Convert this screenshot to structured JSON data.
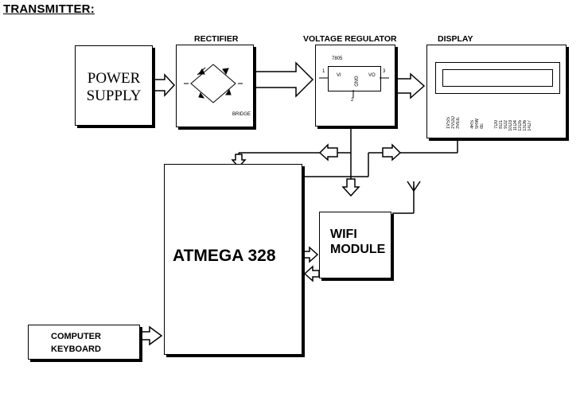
{
  "title": "TRANSMITTER:",
  "blocks": {
    "power_supply": {
      "line1": "POWER",
      "line2": "SUPPLY"
    },
    "rectifier": {
      "label": "RECTIFIER",
      "inner_label": "BRIDGE"
    },
    "voltage_regulator": {
      "label": "VOLTAGE REGULATOR",
      "part": "7805",
      "pin_vi": "VI",
      "pin_vo": "VO",
      "pin_gnd": "GND",
      "pin1": "1",
      "pin2": "2",
      "pin3": "3"
    },
    "display": {
      "label": "DISPLAY",
      "pins": [
        "VSS",
        "VDD",
        "VEE",
        "RS",
        "RW",
        "E",
        "D0",
        "D1",
        "D2",
        "D3",
        "D4",
        "D5",
        "D6",
        "D7"
      ],
      "pin_numbers": [
        "1",
        "2",
        "3",
        "4",
        "5",
        "6",
        "7",
        "8",
        "9",
        "10",
        "11",
        "12",
        "13",
        "14"
      ]
    },
    "atmega": {
      "label": "ATMEGA 328"
    },
    "wifi": {
      "line1": "WIFI",
      "line2": "MODULE"
    },
    "keyboard": {
      "line1": "COMPUTER",
      "line2": "KEYBOARD"
    }
  }
}
